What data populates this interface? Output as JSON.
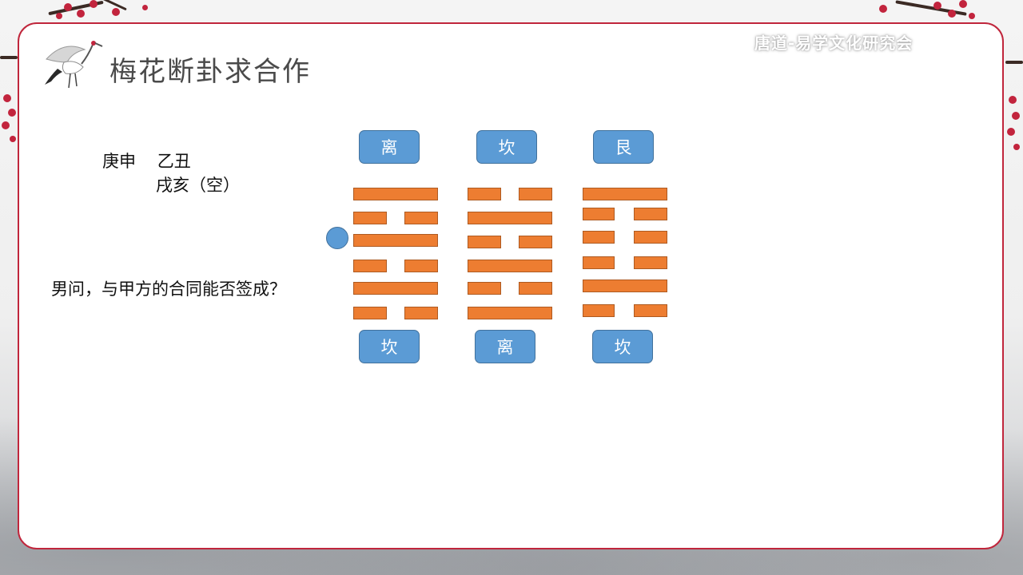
{
  "slide": {
    "title": "梅花断卦求合作",
    "watermark": "唐道-易学文化研究会",
    "date_line_1": "庚申    乙丑",
    "date_line_2": "戌亥（空）",
    "question": "男问，与甲方的合同能否签成？"
  },
  "hexagrams": [
    {
      "upper_label": "离",
      "lower_label": "坎",
      "lines_top_to_bottom": [
        "yang",
        "yin",
        "yang",
        "yin",
        "yang",
        "yin"
      ]
    },
    {
      "upper_label": "坎",
      "lower_label": "离",
      "lines_top_to_bottom": [
        "yin",
        "yang",
        "yin",
        "yang",
        "yin",
        "yang"
      ]
    },
    {
      "upper_label": "艮",
      "lower_label": "坎",
      "lines_top_to_bottom": [
        "yang",
        "yin",
        "yin",
        "yin",
        "yang",
        "yin"
      ]
    }
  ],
  "moving_line": {
    "hexagram": 1,
    "line_from_bottom": 4
  },
  "colors": {
    "label_fill": "#5b9bd5",
    "line_fill": "#ed7d31",
    "card_border": "#c0263c"
  },
  "icons": [
    "crane-icon",
    "plum-blossom-branch"
  ]
}
